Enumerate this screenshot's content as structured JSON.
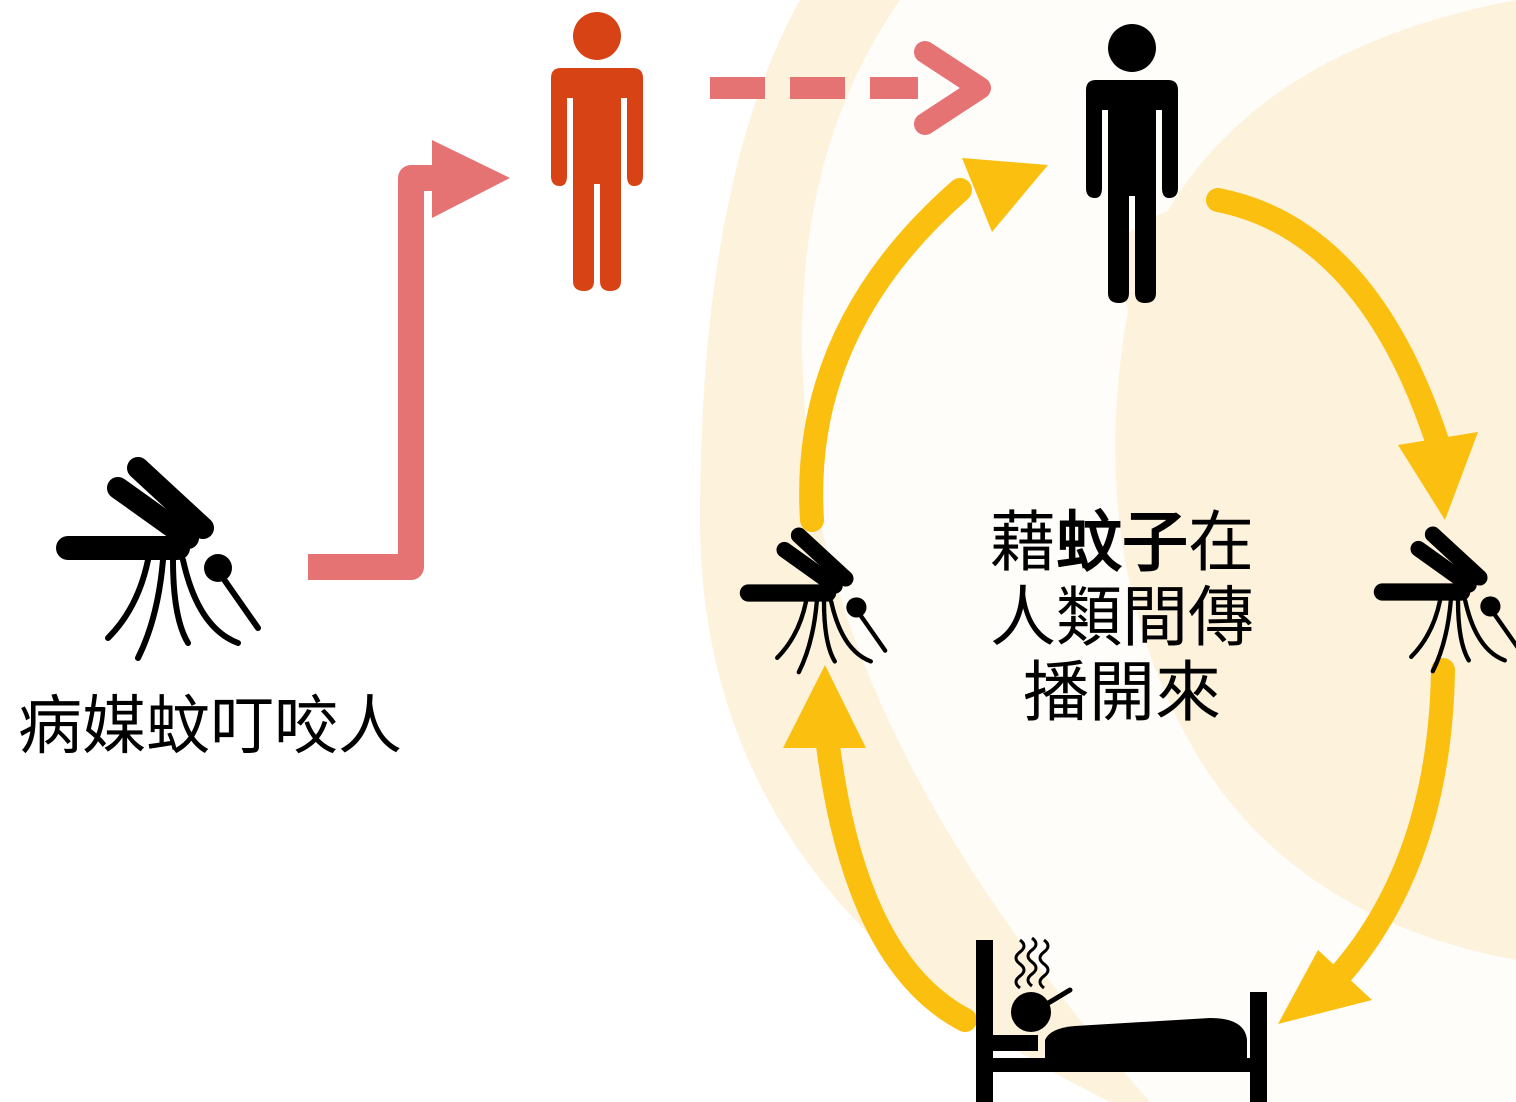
{
  "colors": {
    "background_glow": "#fdf2dc",
    "pink_arrow": "#e57373",
    "infected_person": "#d84315",
    "healthy_person": "#000000",
    "yellow_arrow": "#fbbf0f",
    "icon": "#000000"
  },
  "icons": {
    "mosquito_left": "mosquito-icon",
    "infected_person": "person-icon",
    "healthy_person": "person-icon",
    "mosquito_cycle_left": "mosquito-icon",
    "mosquito_cycle_right": "mosquito-icon",
    "sick_person_bed": "sick-person-in-bed-icon"
  },
  "labels": {
    "vector_bite": "病媒蚊叮咬人",
    "cycle_part1": "藉",
    "cycle_part2_bold": "蚊子",
    "cycle_part3": "在",
    "cycle_line2": "人類間傳",
    "cycle_line3": "播開來"
  }
}
